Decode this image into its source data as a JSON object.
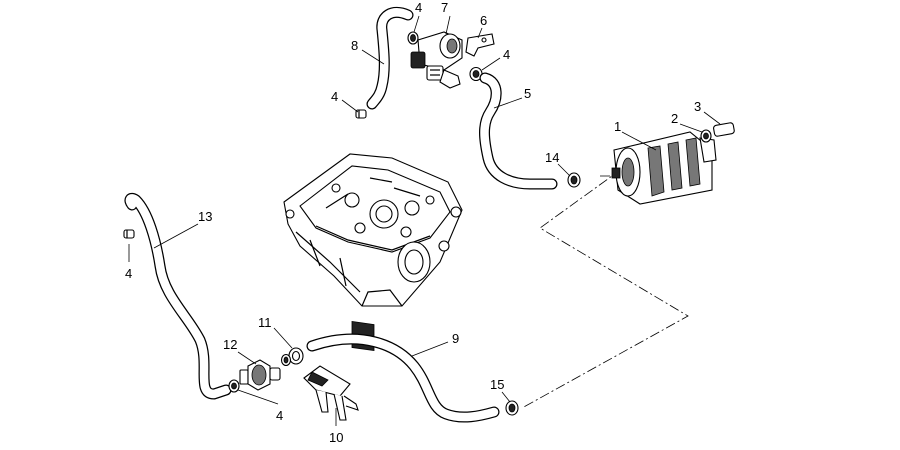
{
  "callouts": [
    {
      "id": "c1",
      "label": "1"
    },
    {
      "id": "c2",
      "label": "2"
    },
    {
      "id": "c3",
      "label": "3"
    },
    {
      "id": "c4a",
      "label": "4"
    },
    {
      "id": "c4b",
      "label": "4"
    },
    {
      "id": "c4c",
      "label": "4"
    },
    {
      "id": "c4d",
      "label": "4"
    },
    {
      "id": "c4e",
      "label": "4"
    },
    {
      "id": "c5",
      "label": "5"
    },
    {
      "id": "c6",
      "label": "6"
    },
    {
      "id": "c7",
      "label": "7"
    },
    {
      "id": "c8",
      "label": "8"
    },
    {
      "id": "c9",
      "label": "9"
    },
    {
      "id": "c10",
      "label": "10"
    },
    {
      "id": "c11",
      "label": "11"
    },
    {
      "id": "c12",
      "label": "12"
    },
    {
      "id": "c13",
      "label": "13"
    },
    {
      "id": "c14",
      "label": "14"
    },
    {
      "id": "c15",
      "label": "15"
    }
  ]
}
